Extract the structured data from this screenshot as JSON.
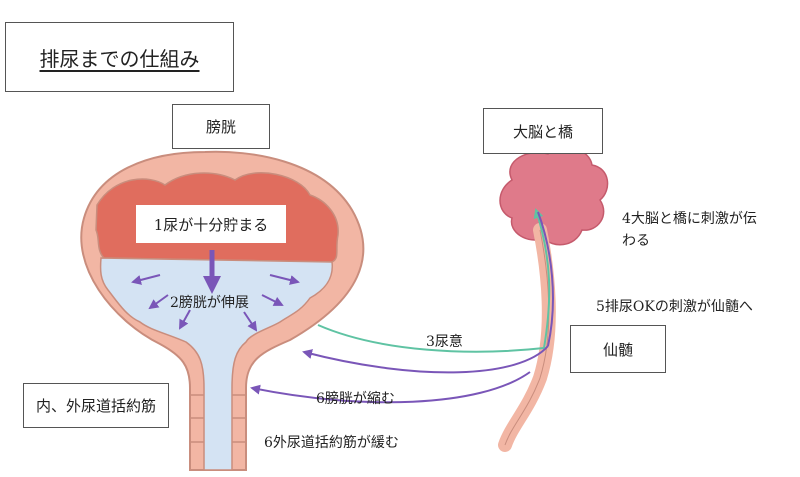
{
  "title": "排尿までの仕組み",
  "boxes": {
    "bladder": "膀胱",
    "brain": "大脳と橋",
    "sacral": "仙髄",
    "sphincter": "内、外尿道括約筋",
    "step1": "1尿が十分貯まる"
  },
  "steps": {
    "step2": "2膀胱が伸展",
    "step3": "3尿意",
    "step4_line1": "4大脳と橋に刺激が伝",
    "step4_line2": "わる",
    "step5": "5排尿OKの刺激が仙髄へ",
    "step6a": "6膀胱が縮む",
    "step6b": "6外尿道括約筋が緩む"
  },
  "colors": {
    "bladder_wall": "#f2b6a4",
    "bladder_outline": "#c98d7d",
    "bladder_inner": "#e06d5e",
    "urine": "#d4e3f3",
    "brain": "#df7a8a",
    "afferent": "#5fc3a3",
    "efferent": "#7a56b8"
  }
}
